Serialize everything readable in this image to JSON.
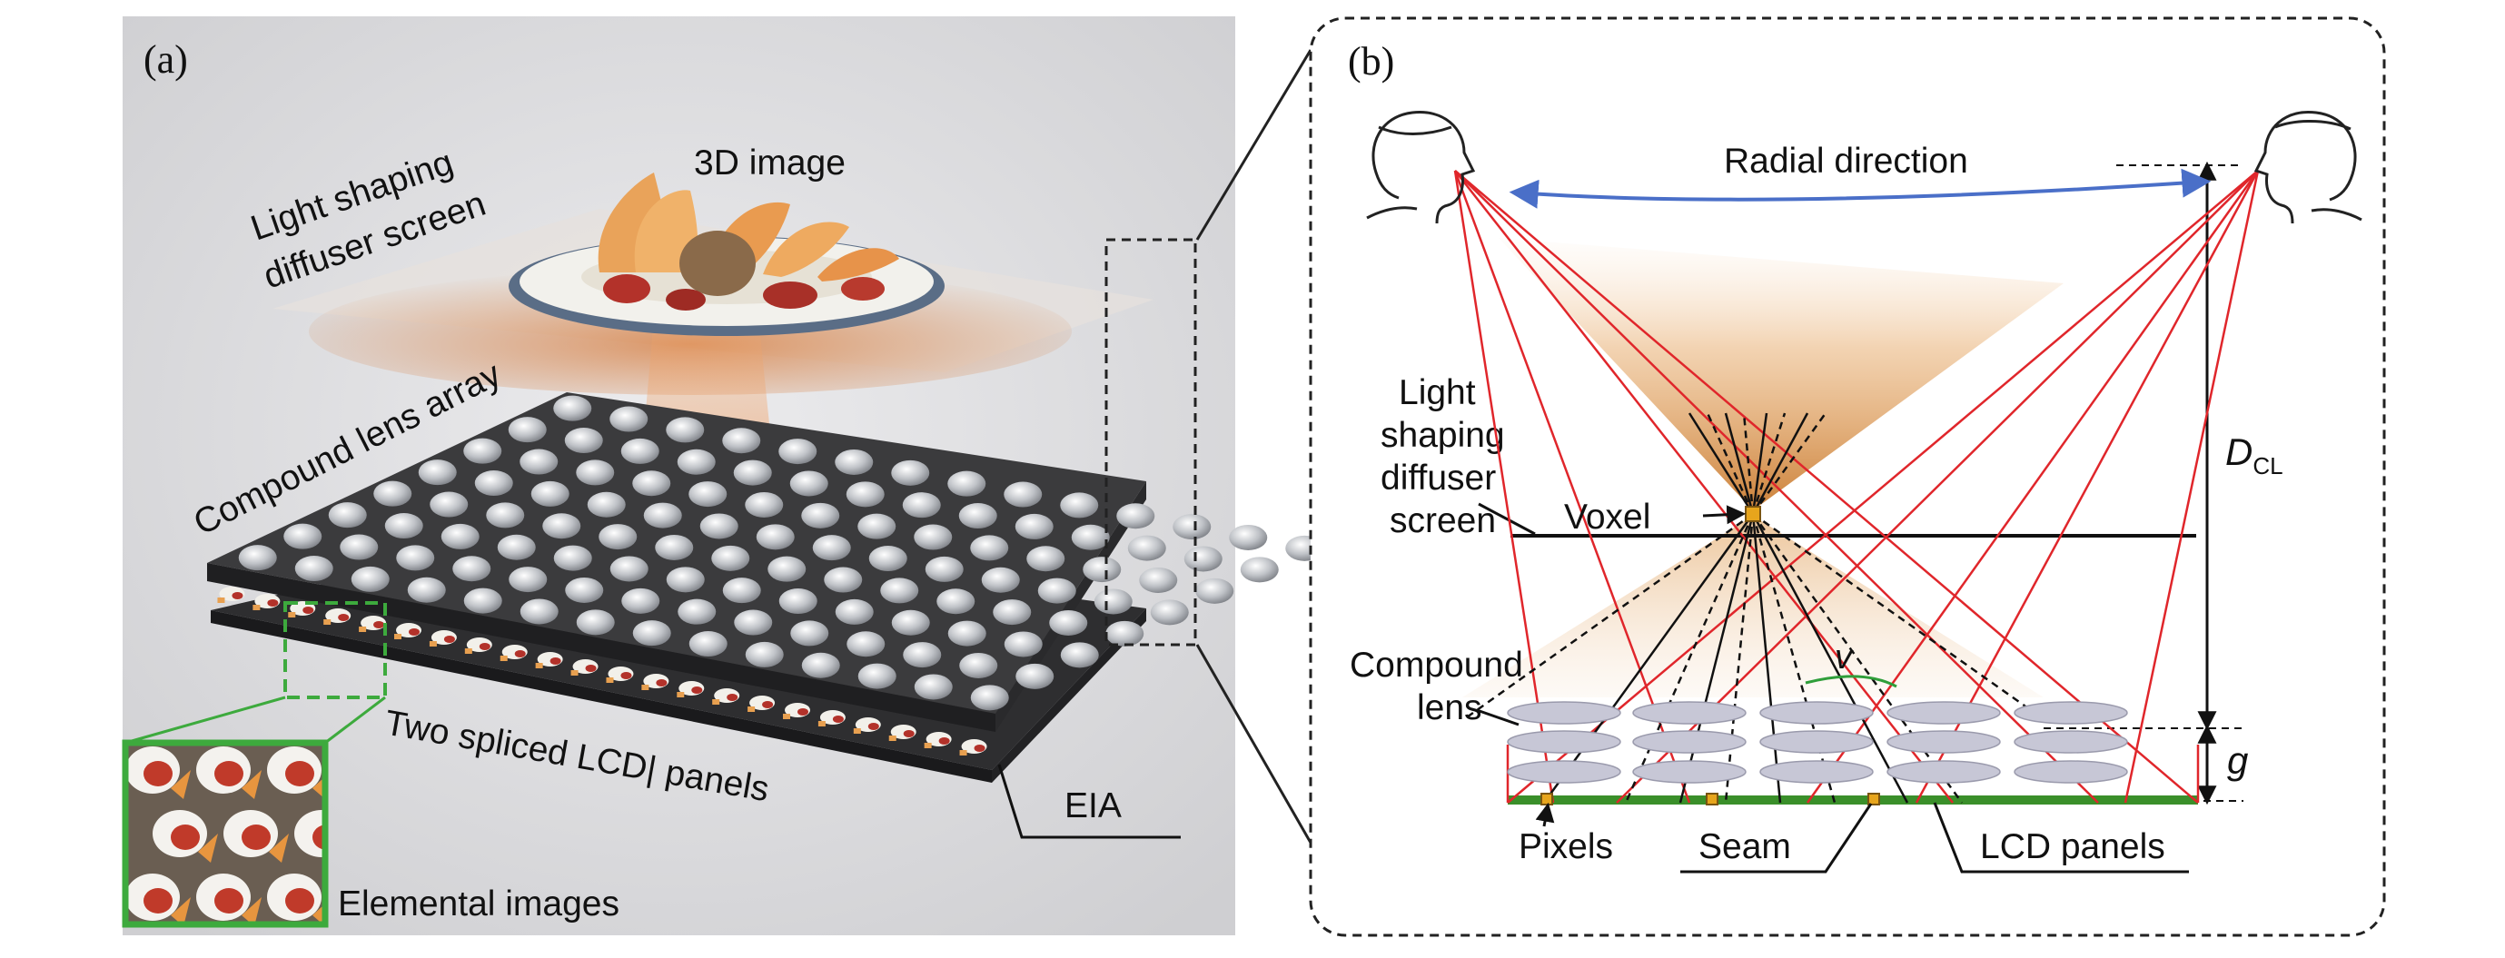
{
  "panel_a": {
    "letter": "(a)",
    "label_diffuser": [
      "Light shaping",
      "diffuser screen"
    ],
    "label_3d_image": "3D image",
    "label_lens_array": "Compound lens array",
    "label_lcd": "Two spliced LCD| panels",
    "label_eia": "EIA",
    "label_elemental": "Elemental images"
  },
  "panel_b": {
    "letter": "(b)",
    "label_radial": "Radial direction",
    "label_diffuser": [
      "Light",
      "shaping",
      "diffuser",
      "screen"
    ],
    "label_voxel": "Voxel",
    "label_dcl_main": "D",
    "label_dcl_sub": "CL",
    "label_compound": [
      "Compound",
      "lens"
    ],
    "label_v": "v",
    "label_g": "g",
    "label_pixels": "Pixels",
    "label_seam": "Seam",
    "label_lcd": "LCD panels"
  },
  "colors": {
    "background_panel_a": "#d7d7d9",
    "lens_plate": "#3b3b3d",
    "lcd_plate": "#2e2e30",
    "light_cone": "#e8752b",
    "diffuser_glow": "#d98a4f",
    "ray_red": "#e0262b",
    "arrow_blue": "#4a6fc8",
    "lcd_green": "#3a8f2a",
    "lens_fill": "#c7c7d6",
    "inset_border": "#3daa3d"
  },
  "icons": [
    "viewer-left-icon",
    "viewer-right-icon",
    "food-plate-icon"
  ]
}
